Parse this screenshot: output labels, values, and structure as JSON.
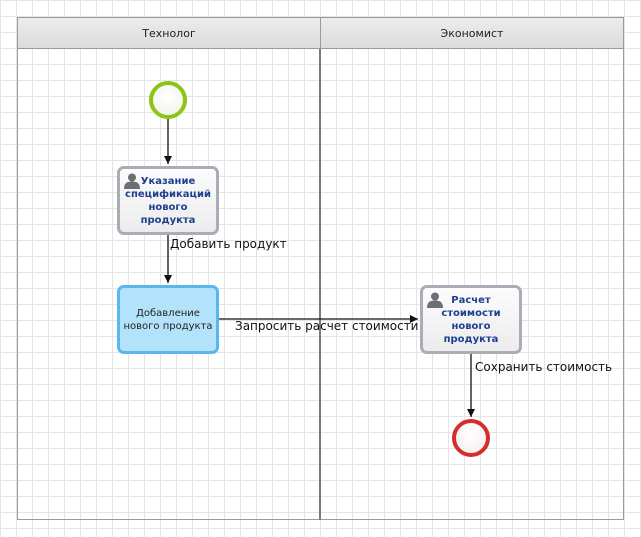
{
  "lanes": [
    {
      "name": "Технолог"
    },
    {
      "name": "Экономист"
    }
  ],
  "events": {
    "start": {
      "icon": "start-event-circle",
      "color": "#8cc314"
    },
    "end": {
      "icon": "end-event-circle",
      "color": "#d42d2d"
    }
  },
  "tasks": [
    {
      "id": "specify",
      "type": "user",
      "label": "Указание спецификаций нового продукта",
      "lines": [
        "Указание",
        "спецификаций",
        "нового продукта"
      ]
    },
    {
      "id": "add",
      "type": "plain",
      "label": "Добавление нового продукта",
      "lines": [
        "Добавление",
        "нового продукта"
      ]
    },
    {
      "id": "calc",
      "type": "user",
      "label": "Расчет стоимости нового продукта",
      "lines": [
        "Расчет",
        "стоимости",
        "нового продукта"
      ]
    }
  ],
  "flows": [
    {
      "from": "start",
      "to": "specify",
      "label": ""
    },
    {
      "from": "specify",
      "to": "add",
      "label": "Добавить продукт"
    },
    {
      "from": "add",
      "to": "calc",
      "label": "Запросить расчет стоимости"
    },
    {
      "from": "calc",
      "to": "end",
      "label": "Сохранить стоимость"
    }
  ],
  "colors": {
    "user_task_text": "#1d3f8f",
    "plain_task_fill": "#b3e3fb",
    "plain_task_border": "#5ab7ee"
  }
}
